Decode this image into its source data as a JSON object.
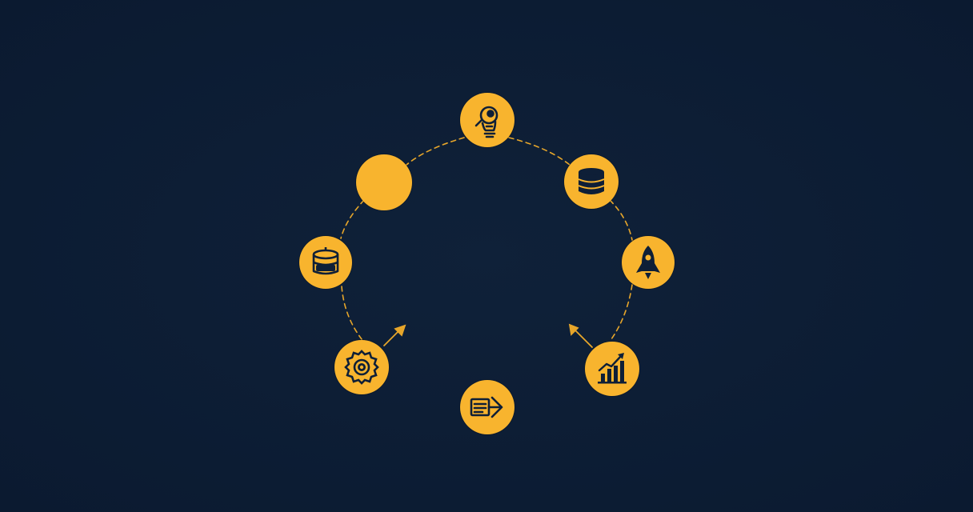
{
  "diagram": {
    "type": "circular-process-arc",
    "colors": {
      "background": "#0e1f37",
      "node_fill": "#f8b42e",
      "icon_stroke": "#0e1f37",
      "connector": "#e7a62a"
    },
    "nodes": [
      {
        "id": "top",
        "icon": "lightbulb-search-icon"
      },
      {
        "id": "upper-left",
        "icon": "none"
      },
      {
        "id": "upper-right",
        "icon": "database-icon"
      },
      {
        "id": "left",
        "icon": "storage-cylinder-icon"
      },
      {
        "id": "right",
        "icon": "rocket-icon"
      },
      {
        "id": "lower-left",
        "icon": "gear-icon"
      },
      {
        "id": "lower-right",
        "icon": "growth-chart-icon"
      },
      {
        "id": "bottom",
        "icon": "document-arrow-icon"
      }
    ],
    "connector_style": "dashed",
    "arrows": [
      {
        "from": "lower-left",
        "direction": "up-right"
      },
      {
        "from": "lower-right",
        "direction": "up-left"
      }
    ]
  }
}
